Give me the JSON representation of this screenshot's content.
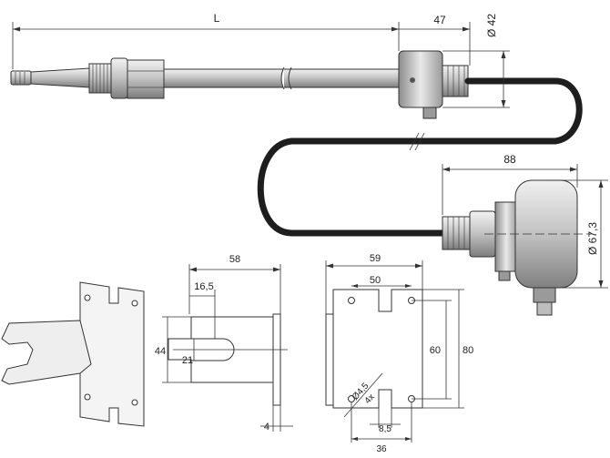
{
  "labels": {
    "length": "L",
    "head_width": "47",
    "head_dia": "Ø 42",
    "remote_width": "88",
    "remote_dia": "Ø 67,3",
    "bracket_width": "58",
    "slot_offset": "16,5",
    "bracket_height": "44",
    "slot_dia": "21",
    "bracket_thick": "4",
    "plate_width": "59",
    "hole_spacing_x": "50",
    "hole_spacing_y": "60",
    "plate_height": "80",
    "hole_dia": "Ø4,5",
    "hole_count": "4x",
    "slot_width": "8,5",
    "bottom_width": "36"
  },
  "colors": {
    "metal_light": "#e8e8e8",
    "metal_mid": "#b9b9b9",
    "metal_dark": "#7a7a7a",
    "cable": "#1e1e1e",
    "line": "#333333"
  }
}
